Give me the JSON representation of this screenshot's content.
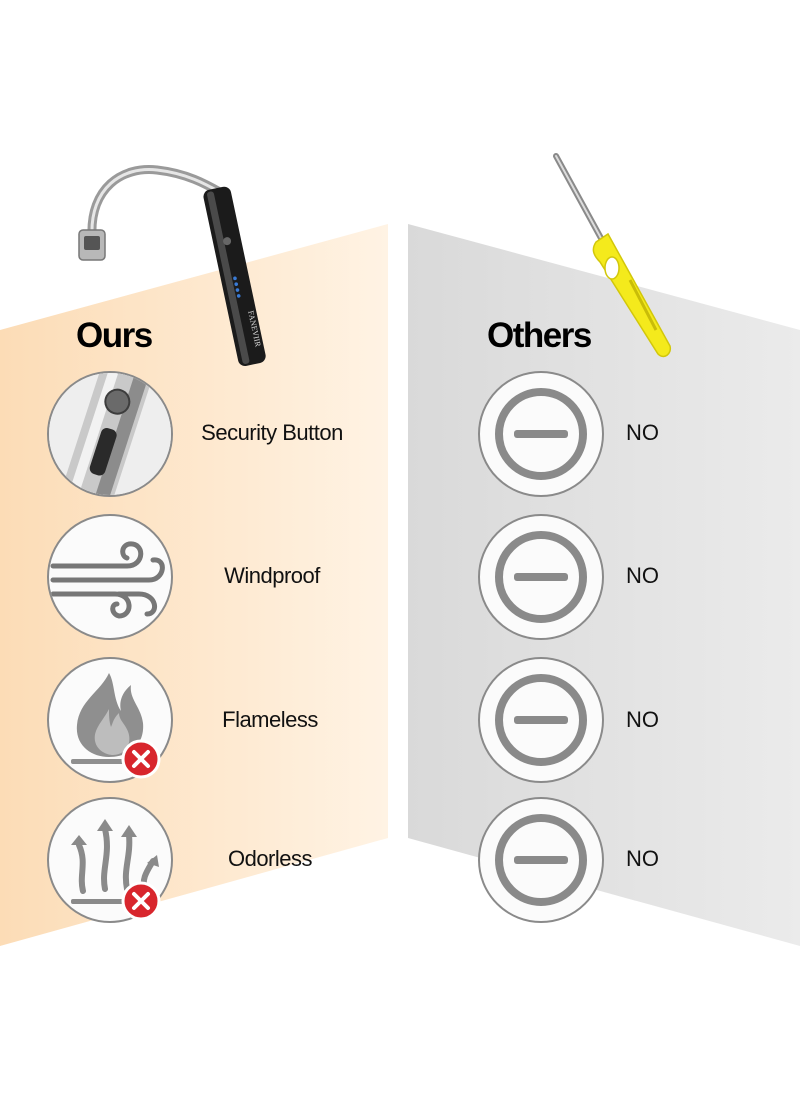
{
  "ours": {
    "heading": "Ours",
    "features": [
      {
        "label": "Security Button",
        "icon": "security-button-icon"
      },
      {
        "label": "Windproof",
        "icon": "wind-icon"
      },
      {
        "label": "Flameless",
        "icon": "flame-icon"
      },
      {
        "label": "Odorless",
        "icon": "odor-icon"
      }
    ]
  },
  "others": {
    "heading": "Others",
    "rows": [
      {
        "label": "NO",
        "icon": "minus-circle-icon"
      },
      {
        "label": "NO",
        "icon": "minus-circle-icon"
      },
      {
        "label": "NO",
        "icon": "minus-circle-icon"
      },
      {
        "label": "NO",
        "icon": "minus-circle-icon"
      }
    ]
  },
  "product_brand": "FANEVIIR",
  "colors": {
    "ours_panel": "#fde2bf",
    "others_panel": "#e2e2e2",
    "badge_red": "#d8262d",
    "icon_gray": "#8a8a8a"
  }
}
